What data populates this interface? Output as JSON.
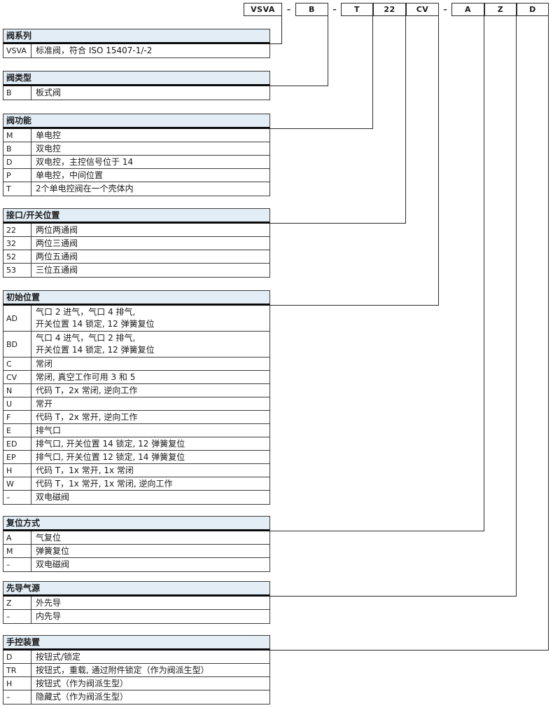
{
  "colors": {
    "header_bg": "#e2edf6",
    "line": "#2a2a2a",
    "bar": "#0a0a0a",
    "text": "#1a1a1a"
  },
  "code_bar": {
    "segments": [
      {
        "label": "VSVA",
        "kind": "box"
      },
      {
        "label": "–",
        "kind": "sep"
      },
      {
        "label": "B",
        "kind": "box"
      },
      {
        "label": "–",
        "kind": "sep"
      },
      {
        "label": "T",
        "kind": "box"
      },
      {
        "label": "22",
        "kind": "box"
      },
      {
        "label": "CV",
        "kind": "box"
      },
      {
        "label": "–",
        "kind": "sep"
      },
      {
        "label": "A",
        "kind": "box"
      },
      {
        "label": "Z",
        "kind": "box"
      },
      {
        "label": "D",
        "kind": "box"
      }
    ]
  },
  "sections": [
    {
      "title": "阀系列",
      "rows": [
        {
          "code": "VSVA",
          "desc": "标准阀，符合 ISO 15407-1/-2"
        }
      ]
    },
    {
      "title": "阀类型",
      "rows": [
        {
          "code": "B",
          "desc": "板式阀"
        }
      ]
    },
    {
      "title": "阀功能",
      "rows": [
        {
          "code": "M",
          "desc": "单电控"
        },
        {
          "code": "B",
          "desc": "双电控"
        },
        {
          "code": "D",
          "desc": "双电控，主控信号位于 14"
        },
        {
          "code": "P",
          "desc": "单电控，中间位置"
        },
        {
          "code": "T",
          "desc": "2个单电控阀在一个壳体内"
        }
      ]
    },
    {
      "title": "接口/开关位置",
      "rows": [
        {
          "code": "22",
          "desc": "两位两通阀"
        },
        {
          "code": "32",
          "desc": "两位三通阀"
        },
        {
          "code": "52",
          "desc": "两位五通阀"
        },
        {
          "code": "53",
          "desc": "三位五通阀"
        }
      ]
    },
    {
      "title": "初始位置",
      "rows": [
        {
          "code": "AD",
          "desc": "气口 2 进气，气口 4 排气,\n开关位置 14 锁定, 12 弹簧复位"
        },
        {
          "code": "BD",
          "desc": "气口 4 进气，气口 2 排气,\n开关位置 14 锁定, 12 弹簧复位"
        },
        {
          "code": "C",
          "desc": "常闭"
        },
        {
          "code": "CV",
          "desc": "常闭, 真空工作可用 3 和 5"
        },
        {
          "code": "N",
          "desc": "代码 T，2x 常闭, 逆向工作"
        },
        {
          "code": "U",
          "desc": "常开"
        },
        {
          "code": "F",
          "desc": "代码 T，2x 常开, 逆向工作"
        },
        {
          "code": "E",
          "desc": "排气口"
        },
        {
          "code": "ED",
          "desc": "排气口, 开关位置 14 锁定, 12 弹簧复位"
        },
        {
          "code": "EP",
          "desc": "排气口, 开关位置 12 锁定, 14 弹簧复位"
        },
        {
          "code": "H",
          "desc": "代码 T，1x 常开, 1x 常闭"
        },
        {
          "code": "W",
          "desc": "代码 T，1x 常开, 1x 常闭, 逆向工作"
        },
        {
          "code": "–",
          "desc": "双电磁阀"
        }
      ]
    },
    {
      "title": "复位方式",
      "rows": [
        {
          "code": "A",
          "desc": "气复位"
        },
        {
          "code": "M",
          "desc": "弹簧复位"
        },
        {
          "code": "–",
          "desc": "双电磁阀"
        }
      ]
    },
    {
      "title": "先导气源",
      "rows": [
        {
          "code": "Z",
          "desc": "外先导"
        },
        {
          "code": "–",
          "desc": "内先导"
        }
      ]
    },
    {
      "title": "手控装置",
      "rows": [
        {
          "code": "D",
          "desc": "按钮式/锁定"
        },
        {
          "code": "TR",
          "desc": "按钮式，重载, 通过附件锁定（作为阀派生型）"
        },
        {
          "code": "H",
          "desc": "按钮式（作为阀派生型）"
        },
        {
          "code": "–",
          "desc": "隐藏式（作为阀派生型）"
        }
      ]
    }
  ]
}
